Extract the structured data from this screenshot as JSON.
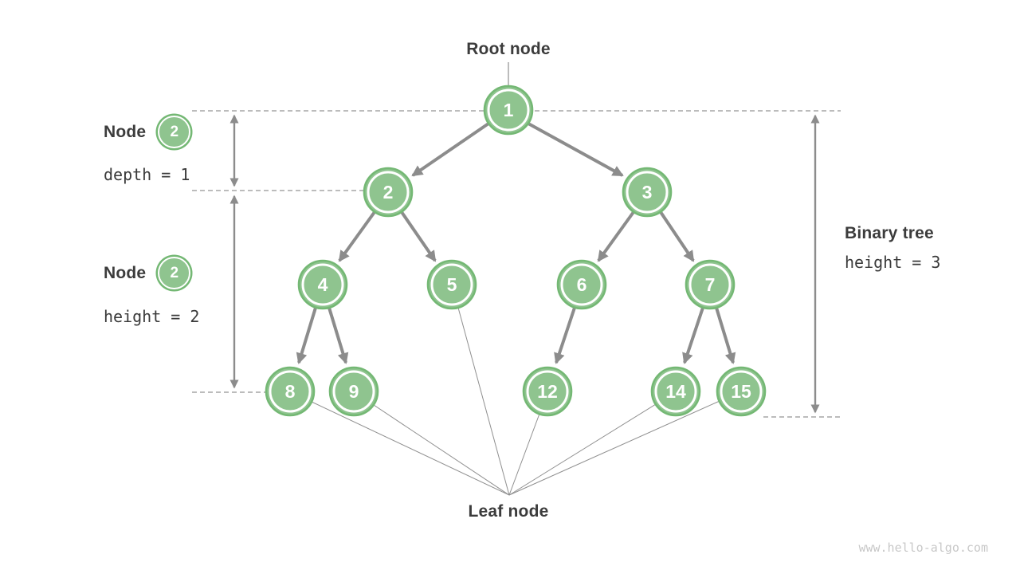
{
  "figure": {
    "root_label": "Root node",
    "leaf_label": "Leaf node",
    "watermark": "www.hello-algo.com"
  },
  "annotations": {
    "depth_legend": {
      "title": "Node",
      "badge_value": "2",
      "caption": "depth = 1"
    },
    "height_legend": {
      "title": "Node",
      "badge_value": "2",
      "caption": "height = 2"
    },
    "tree_height": {
      "title": "Binary tree",
      "caption": "height = 3"
    }
  },
  "tree": {
    "nodes": [
      "1",
      "2",
      "3",
      "4",
      "5",
      "6",
      "7",
      "8",
      "9",
      "12",
      "14",
      "15"
    ],
    "edges": [
      [
        "1",
        "2"
      ],
      [
        "1",
        "3"
      ],
      [
        "2",
        "4"
      ],
      [
        "2",
        "5"
      ],
      [
        "3",
        "6"
      ],
      [
        "3",
        "7"
      ],
      [
        "4",
        "8"
      ],
      [
        "4",
        "9"
      ],
      [
        "6",
        "12"
      ],
      [
        "7",
        "14"
      ],
      [
        "7",
        "15"
      ]
    ],
    "leaves": [
      "8",
      "9",
      "5",
      "12",
      "14",
      "15"
    ],
    "levels": 4
  },
  "colors": {
    "node_fill": "#8fc48f",
    "node_ring": "#74b874",
    "node_inner_ring": "#ffffff",
    "edge_arrow": "#8c8c8c",
    "dashed_guide": "#a6a6a6",
    "thin_pointer": "#8f8f8f",
    "label_text": "#3c3c3c",
    "watermark_text": "#c8c8c8"
  }
}
